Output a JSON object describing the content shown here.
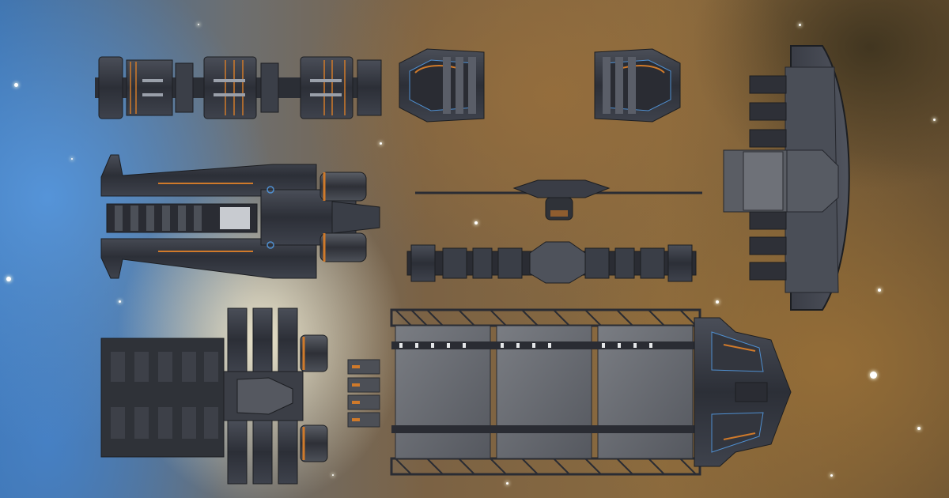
{
  "scene": {
    "title": "",
    "background": "nebula-starfield",
    "colors": {
      "hull_dark": "#2a2c33",
      "hull_mid": "#3c3f48",
      "hull_light": "#5a5e68",
      "panel_grey": "#6b6e74",
      "accent_orange": "#d07a2a",
      "accent_blue": "#4f8fd0"
    }
  },
  "ships": [
    {
      "id": "modular-segment-chain",
      "kind": "segmented-freighter"
    },
    {
      "id": "claw-module-left",
      "kind": "claw-module"
    },
    {
      "id": "claw-module-right",
      "kind": "claw-module"
    },
    {
      "id": "crescent-shield-station",
      "kind": "station"
    },
    {
      "id": "twin-hull-cruiser",
      "kind": "cruiser"
    },
    {
      "id": "antenna-probe",
      "kind": "probe"
    },
    {
      "id": "rail-hull",
      "kind": "frigate"
    },
    {
      "id": "block-carrier",
      "kind": "carrier"
    },
    {
      "id": "container-freighter",
      "kind": "freighter"
    }
  ]
}
